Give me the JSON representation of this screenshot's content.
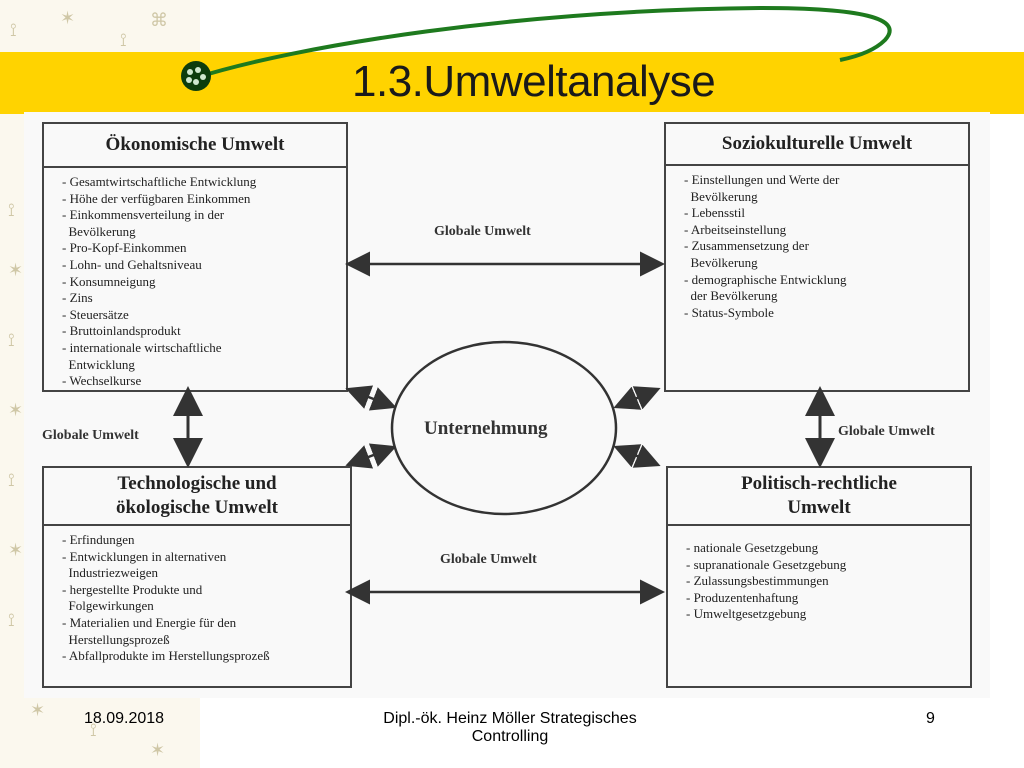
{
  "slide": {
    "title": "1.3.Umweltanalyse",
    "date": "18.09.2018",
    "author": "Dipl.-ök. Heinz Möller   Strategisches",
    "author_line2": "Controlling",
    "page": "9"
  },
  "diagram": {
    "center": "Unternehmung",
    "link_label": "Globale Umwelt",
    "boxes": {
      "oekonomisch": {
        "title": "Ökonomische Umwelt",
        "items": [
          "- Gesamtwirtschaftliche Entwicklung",
          "- Höhe der verfügbaren Einkommen",
          "- Einkommensverteilung in der",
          "  Bevölkerung",
          "- Pro-Kopf-Einkommen",
          "- Lohn- und Gehaltsniveau",
          "- Konsumneigung",
          "- Zins",
          "- Steuersätze",
          "- Bruttoinlandsprodukt",
          "- internationale wirtschaftliche",
          "  Entwicklung",
          "- Wechselkurse"
        ]
      },
      "soziokulturell": {
        "title": "Soziokulturelle Umwelt",
        "items": [
          "- Einstellungen und Werte der",
          "  Bevölkerung",
          "- Lebensstil",
          "- Arbeitseinstellung",
          "- Zusammensetzung der",
          "  Bevölkerung",
          "- demographische Entwicklung",
          "  der Bevölkerung",
          "- Status-Symbole"
        ]
      },
      "technologisch": {
        "title_line1": "Technologische und",
        "title_line2": "ökologische Umwelt",
        "items": [
          "- Erfindungen",
          "- Entwicklungen in alternativen",
          "  Industriezweigen",
          "- hergestellte Produkte und",
          "  Folgewirkungen",
          "- Materialien und Energie für den",
          "  Herstellungsprozeß",
          "- Abfallprodukte im Herstellungsprozeß"
        ]
      },
      "politisch": {
        "title_line1": "Politisch-rechtliche",
        "title_line2": "Umwelt",
        "items": [
          "- nationale Gesetzgebung",
          "- supranationale Gesetzgebung",
          "- Zulassungsbestimmungen",
          "- Produzentenhaftung",
          "- Umweltgesetzgebung"
        ]
      }
    }
  },
  "colors": {
    "title_bar": "#ffd300",
    "swoosh": "#1e7a1e"
  }
}
